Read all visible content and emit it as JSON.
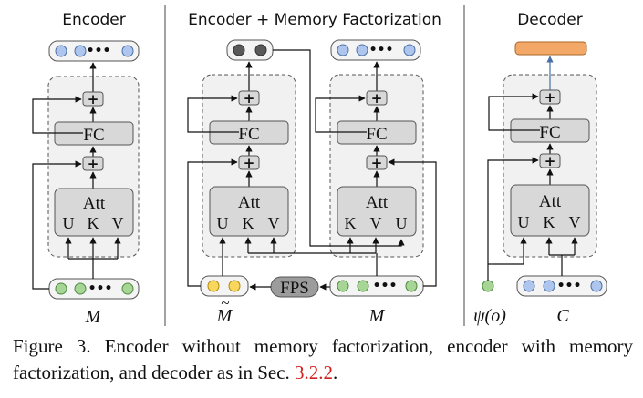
{
  "colors": {
    "token_blue": "#aec6ee",
    "token_green": "#a6d596",
    "token_yellow": "#f9d75c",
    "token_dark": "#595959",
    "output_orange": "#f4a867",
    "block_gray": "#d8d8d8",
    "panel_gray": "#f1f1f1",
    "reference_red": "#d21f1f"
  },
  "panels": {
    "encoder": {
      "title": "Encoder",
      "fc_label": "FC",
      "att_label": "Att",
      "att_inputs": [
        "U",
        "K",
        "V"
      ],
      "plus": "+",
      "dots": "•••",
      "input_var": "M"
    },
    "encoder_mf": {
      "title": "Encoder + Memory Factorization",
      "fc_label": "FC",
      "att_label": "Att",
      "att_inputs_left": [
        "U",
        "K",
        "V"
      ],
      "att_inputs_right": [
        "K",
        "V",
        "U"
      ],
      "plus": "+",
      "dots": "•••",
      "fps_label": "FPS",
      "tilde_var": "M",
      "tilde_mark": "~",
      "input_var": "M"
    },
    "decoder": {
      "title": "Decoder",
      "fc_label": "FC",
      "att_label": "Att",
      "att_inputs": [
        "U",
        "K",
        "V"
      ],
      "plus": "+",
      "dots": "•••",
      "query_var": "ψ(o)",
      "context_var": "C"
    }
  },
  "caption": {
    "text": "Figure 3. Encoder without memory factorization, encoder with memory factorization, and decoder as in Sec. ",
    "reference": "3.2.2",
    "end": "."
  }
}
